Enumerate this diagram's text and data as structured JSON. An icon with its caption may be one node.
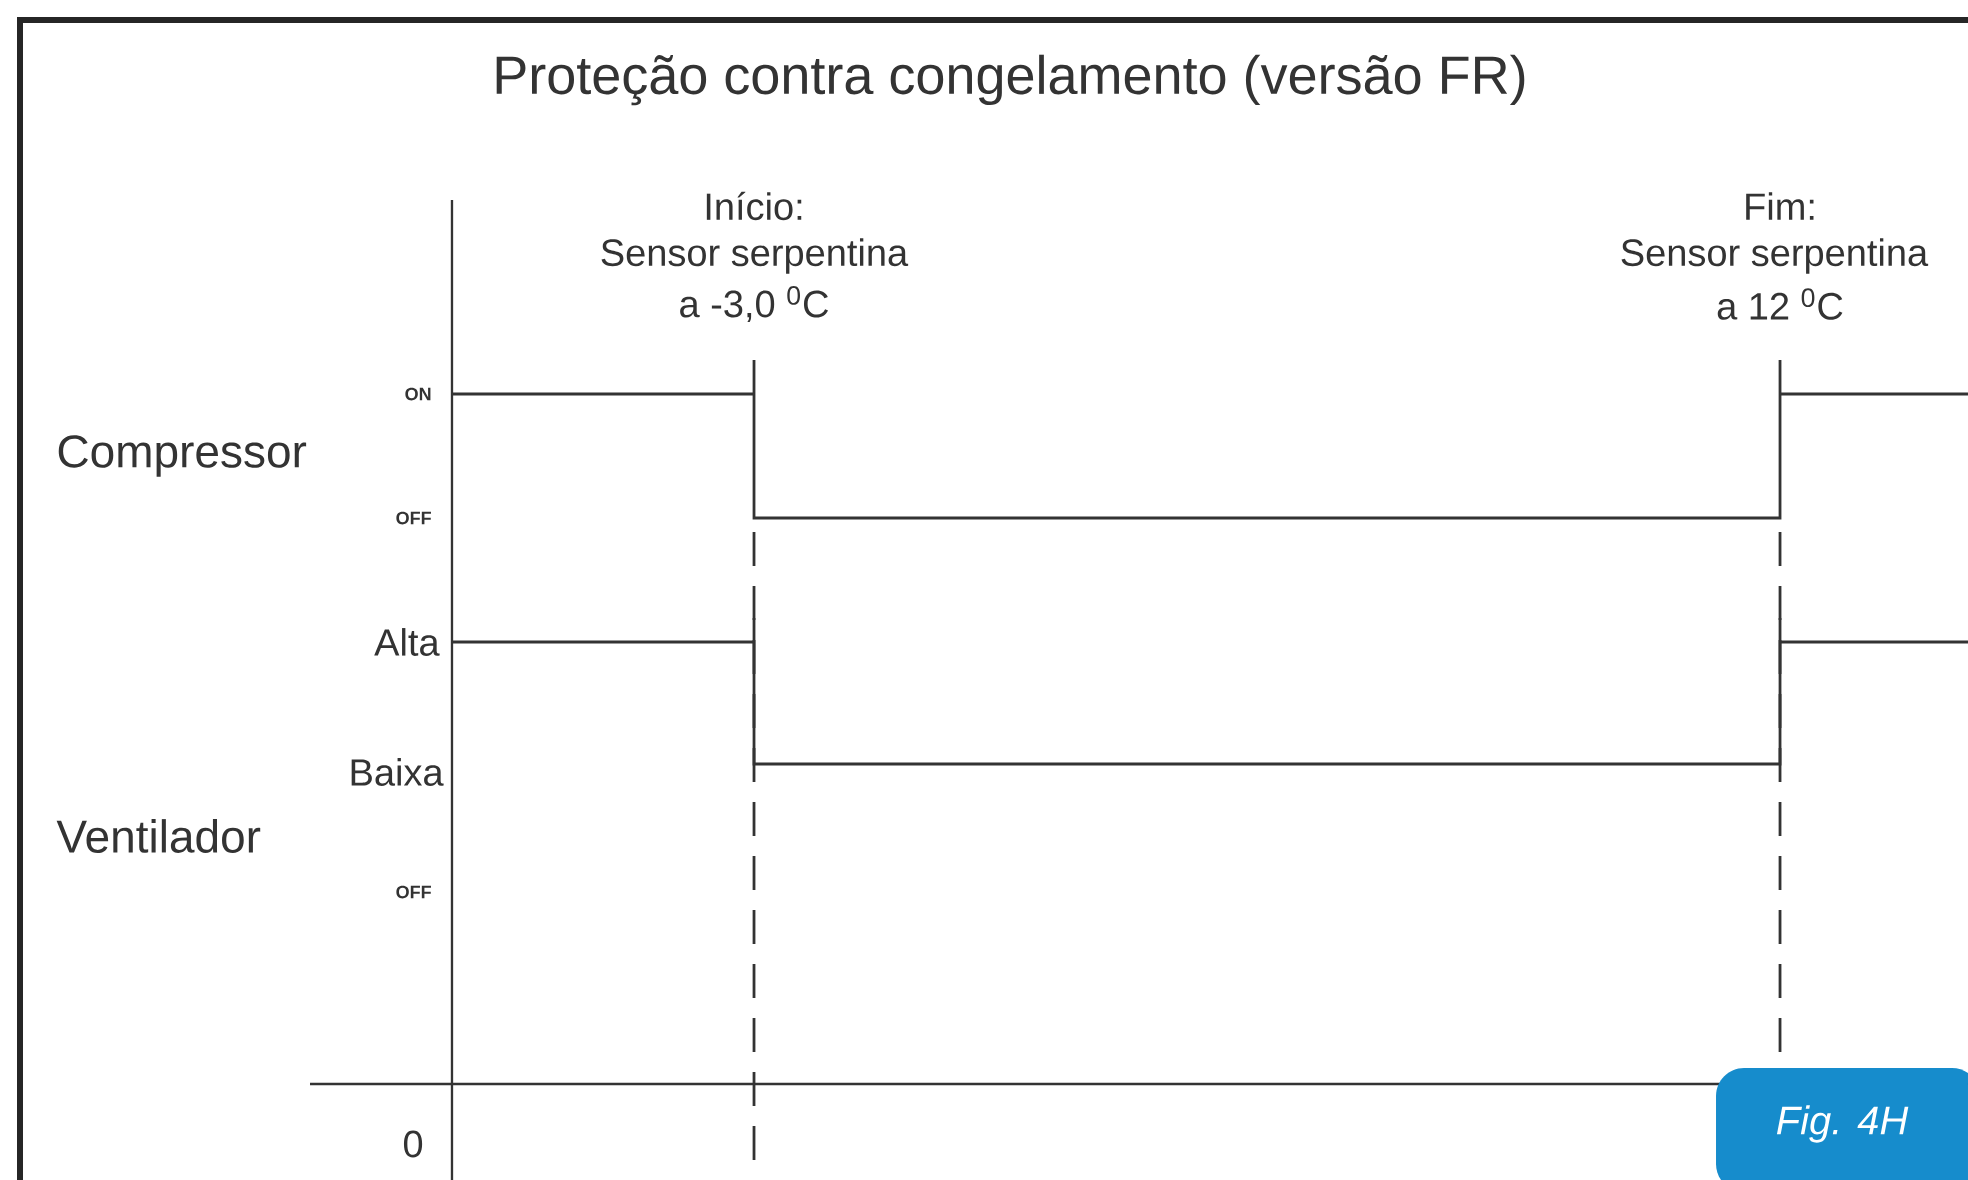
{
  "diagram": {
    "title": "Proteção contra congelamento (versão FR)",
    "nodes": [
      {
        "text": [
          "Fig. 4H"
        ]
      }
    ],
    "labels": [
      "Início:",
      "Fim:",
      "Sensor serpentina",
      "Sensor serpentina",
      "a -3,0 $^{0}$C",
      "a 12 $^{0}$C",
      "ON",
      "Compressor",
      "OFF",
      "Alta",
      "Baixa",
      "Ventilador",
      "OFF",
      "0"
    ]
  }
}
